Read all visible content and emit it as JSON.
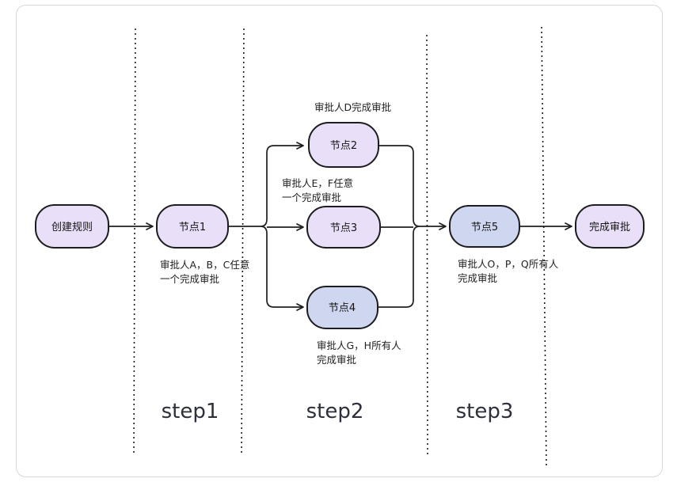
{
  "diagram": {
    "title": "approval-flow",
    "nodes": [
      {
        "id": "create-rule",
        "label": "创建规则",
        "fill": "lavender"
      },
      {
        "id": "node1",
        "label": "节点1",
        "fill": "lavender"
      },
      {
        "id": "node2",
        "label": "节点2",
        "fill": "lavender"
      },
      {
        "id": "node3",
        "label": "节点3",
        "fill": "lavender"
      },
      {
        "id": "node4",
        "label": "节点4",
        "fill": "periwinkle"
      },
      {
        "id": "node5",
        "label": "节点5",
        "fill": "periwinkle"
      },
      {
        "id": "finish",
        "label": "完成审批",
        "fill": "lavender"
      }
    ],
    "annotations": [
      {
        "id": "node1-rule",
        "lines": [
          "审批人A，B，C任意",
          "一个完成审批"
        ]
      },
      {
        "id": "node2-rule",
        "lines": [
          "审批人D完成审批"
        ]
      },
      {
        "id": "node3-rule",
        "lines": [
          "审批人E，F任意",
          "一个完成审批"
        ]
      },
      {
        "id": "node4-rule",
        "lines": [
          "审批人G，H所有人",
          "完成审批"
        ]
      },
      {
        "id": "node5-rule",
        "lines": [
          "审批人O，P，Q所有人",
          "完成审批"
        ]
      }
    ],
    "steps": [
      {
        "label": "step1"
      },
      {
        "label": "step2"
      },
      {
        "label": "step3"
      }
    ]
  },
  "colors": {
    "lavender": "#E9DFF8",
    "periwinkle": "#CFD7F0",
    "node_stroke": "#1d1d1f",
    "connector": "#1f1f21",
    "divider": "#1a1a1a",
    "node_text": "#141414",
    "annotation_text": "#222222",
    "step_text": "#2d2f3a",
    "card_border": "#d8d8d8",
    "card_bg": "#ffffff"
  }
}
